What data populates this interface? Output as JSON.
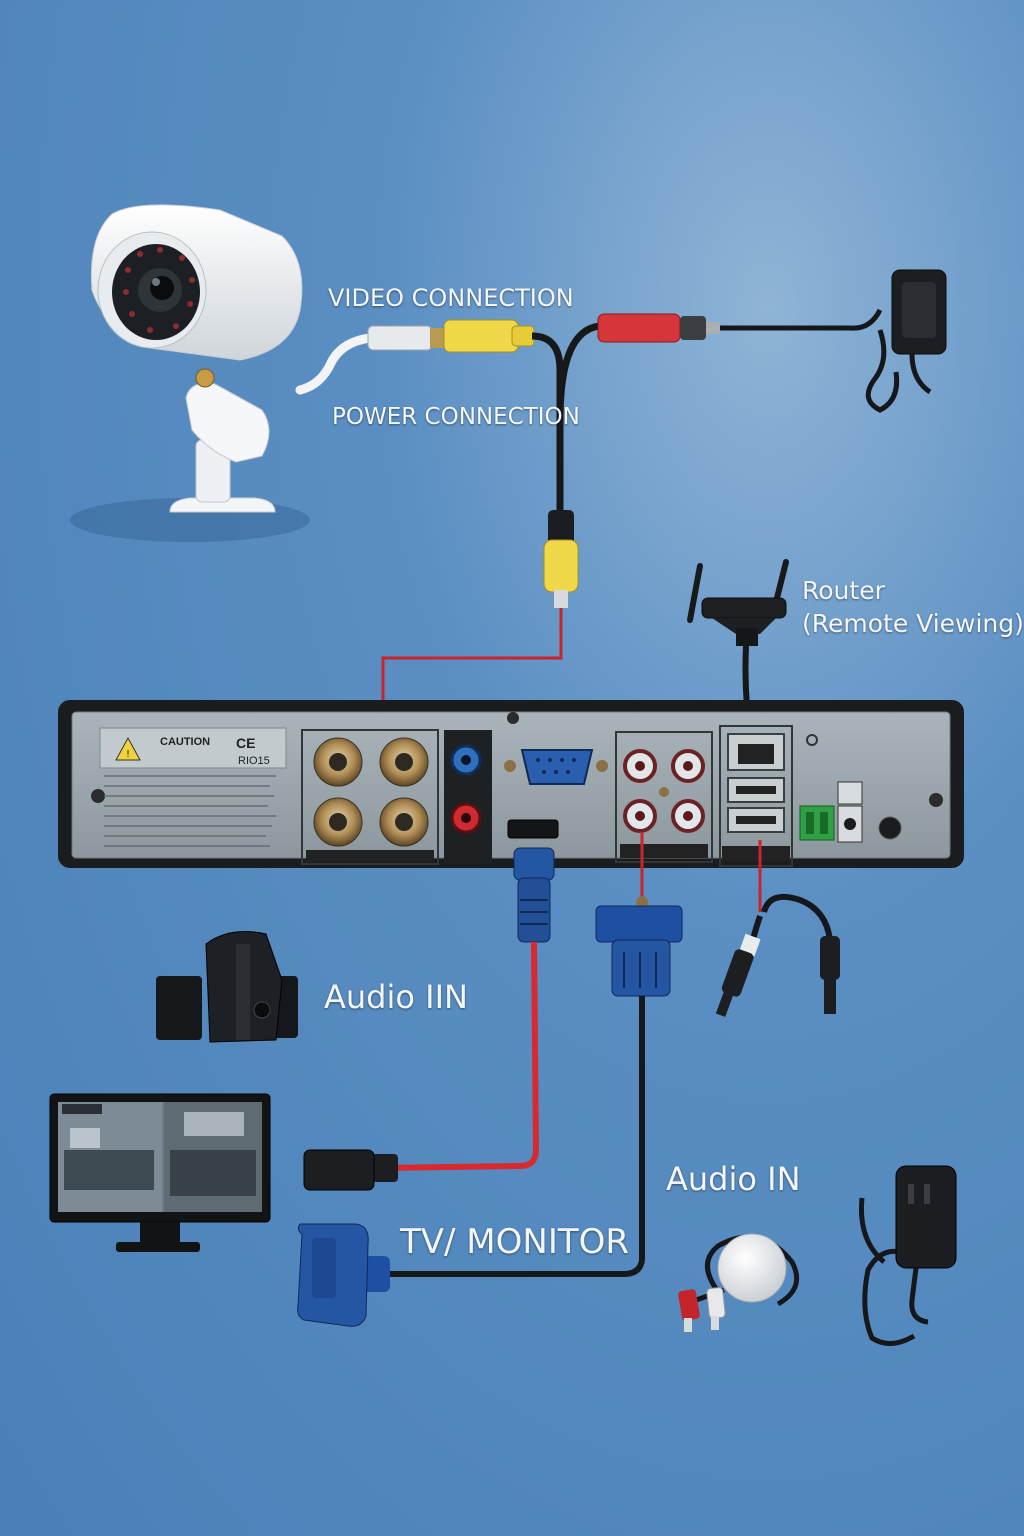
{
  "labels": {
    "video_connection": "VIDEO  CONNECTION",
    "power_connection": "POWER CONNECTION",
    "router_line1": "Router",
    "router_line2": "(Remote Viewing)",
    "audio_in_1": "Audio IIN",
    "tv_monitor": "TV/ MONITOR",
    "audio_in_2": "Audio IN"
  },
  "dvr_panel": {
    "caution": "CAUTION",
    "ce_mark": "CE",
    "model": "RIO15"
  },
  "colors": {
    "background": "#4a80b8",
    "panel": "#9aa7ad",
    "panel_frame": "#1b1c1e",
    "video_cable": "#f2dc4a",
    "power_cable": "#d9343a",
    "hdmi_cable": "#d62a2f",
    "vga_connector": "#1f4fa3"
  },
  "icons": [
    "cctv-camera-icon",
    "power-adapter-icon",
    "router-icon",
    "dvr-box-icon",
    "microphone-icon",
    "monitor-icon",
    "hdmi-plug-icon",
    "vga-plug-icon",
    "audio-mic-icon",
    "wall-adapter-icon",
    "rca-splitter-icon"
  ]
}
